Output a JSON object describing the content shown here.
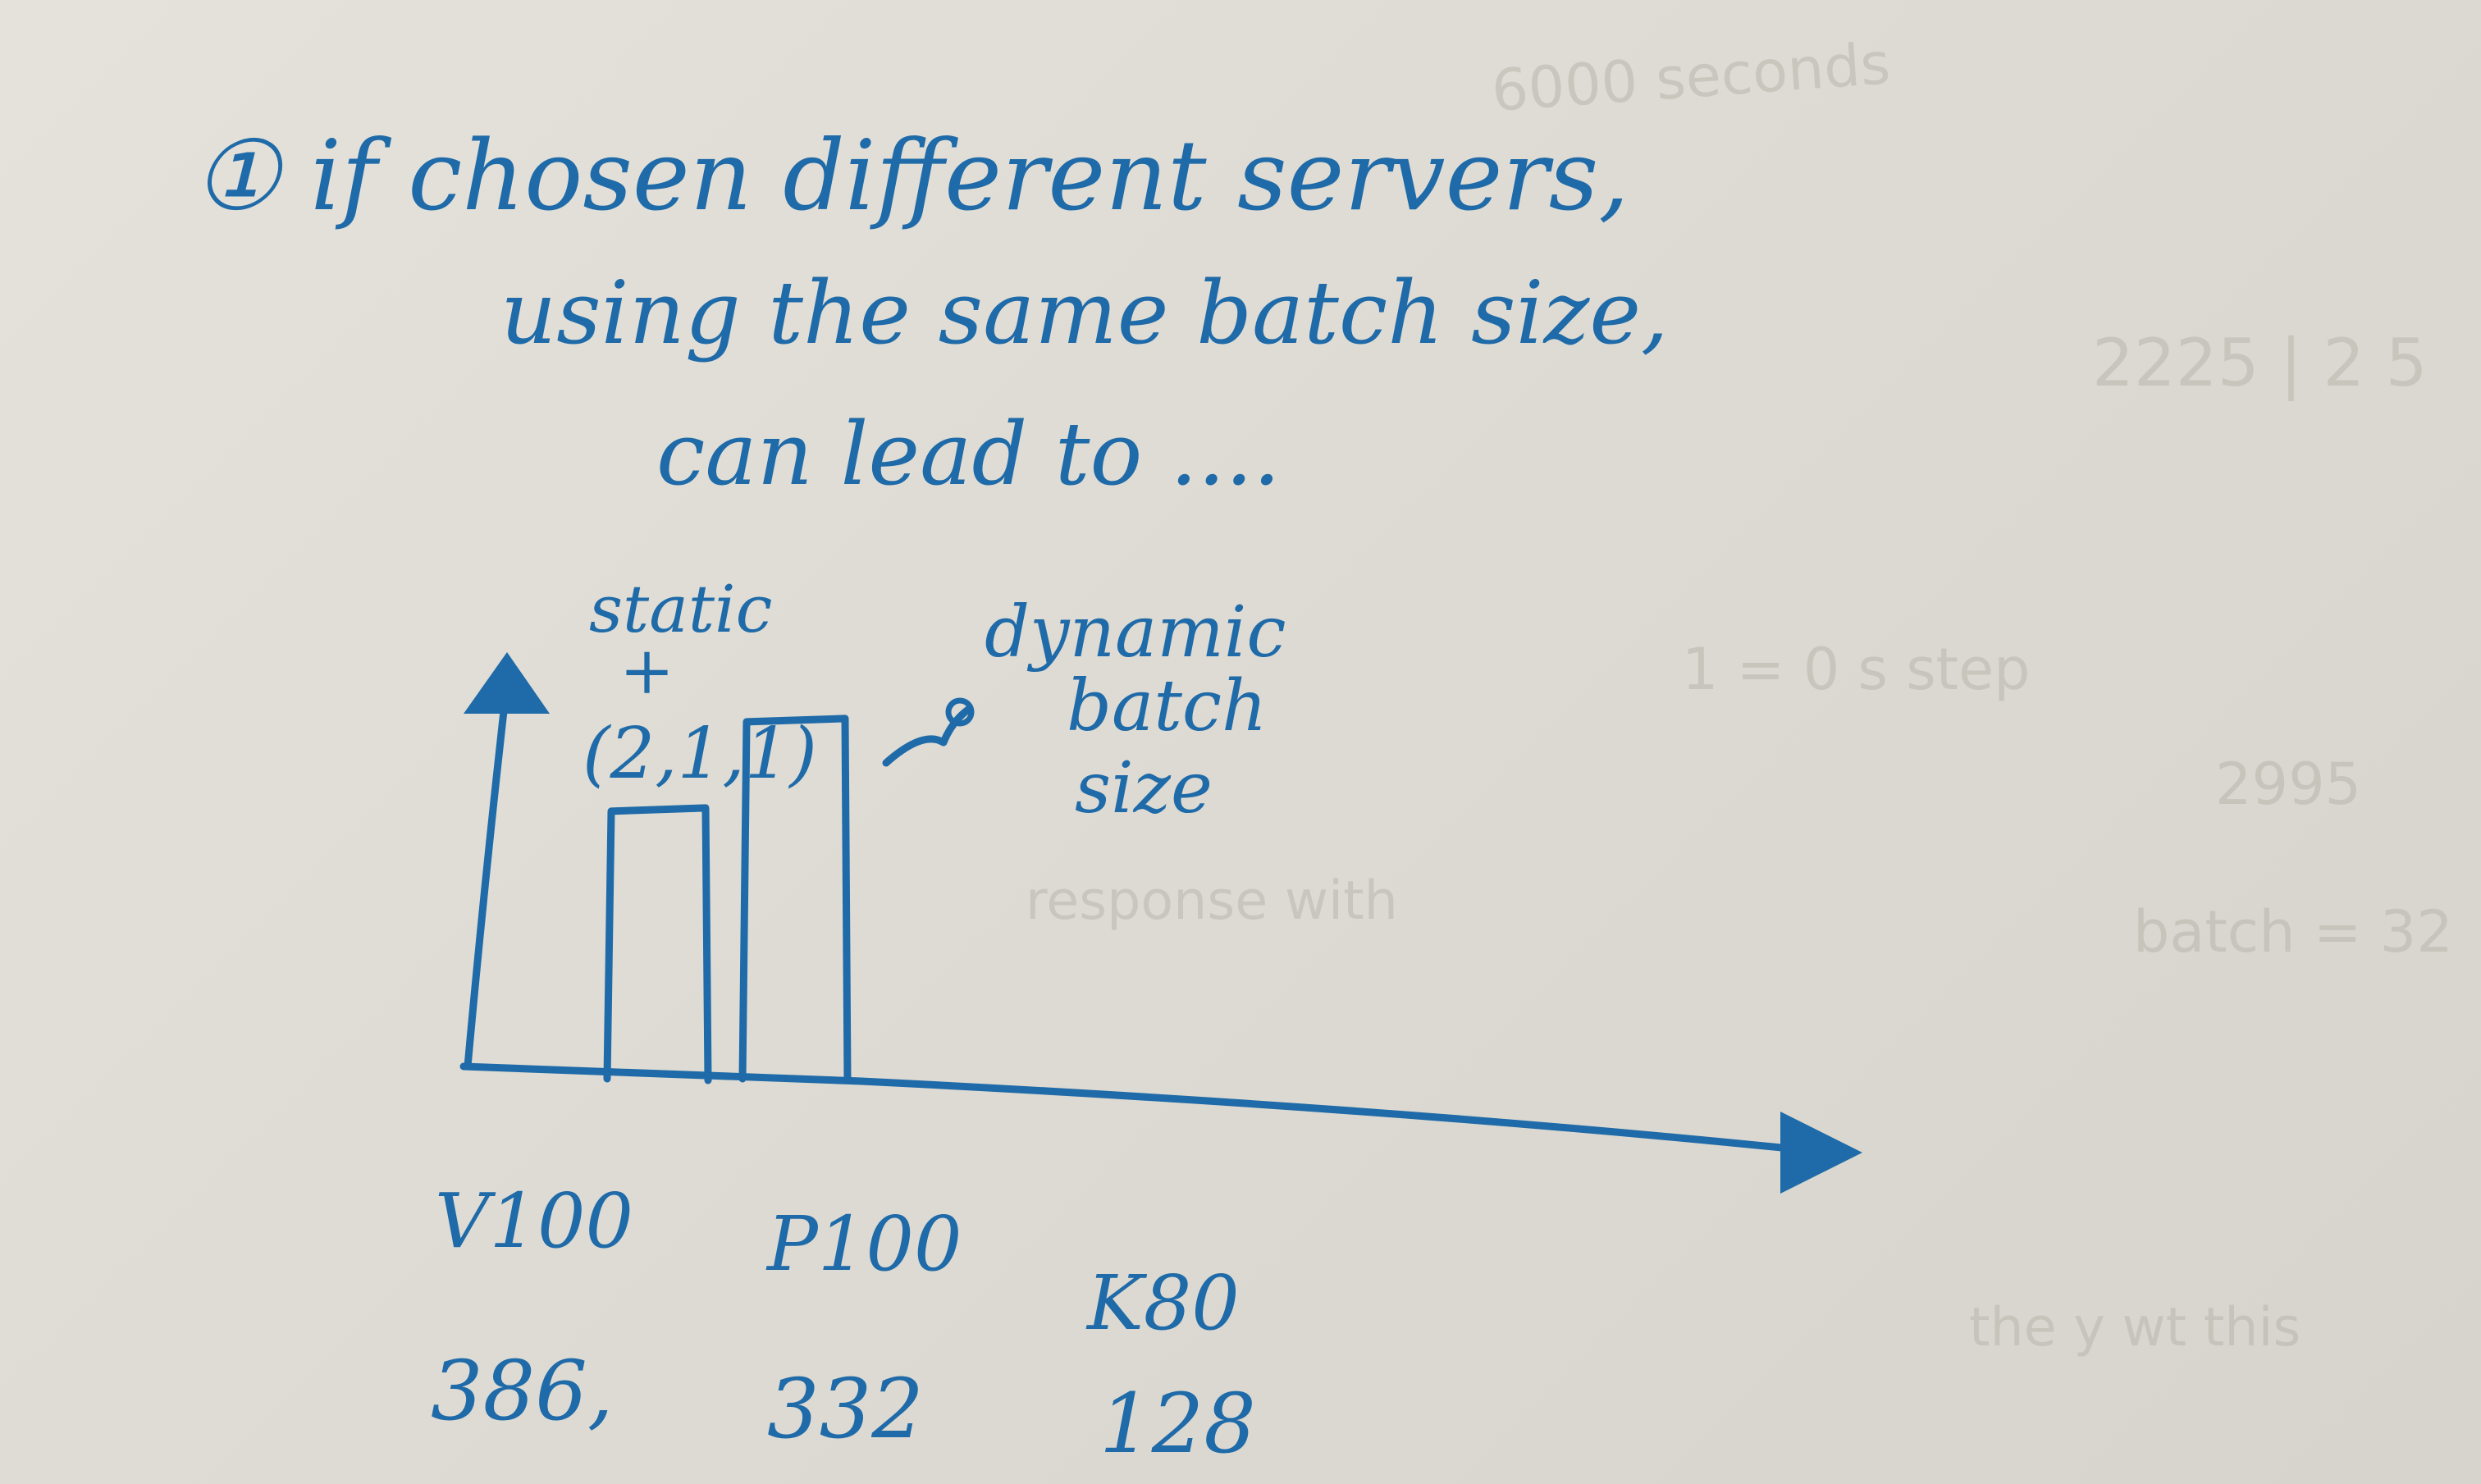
{
  "note": {
    "line1": "① if chosen different servers,",
    "line2": "using the same batch size,",
    "line3": "can lead to ...."
  },
  "diagram": {
    "label_static": "static",
    "label_plus": "+",
    "label_tuple": "(2,1,1)",
    "label_dynamic_1": "dynamic",
    "label_dynamic_2": "batch",
    "label_dynamic_3": "size"
  },
  "servers": [
    {
      "name": "V100",
      "value": "386,"
    },
    {
      "name": "P100",
      "value": "332"
    },
    {
      "name": "K80",
      "value": "128"
    }
  ],
  "chart_data": {
    "type": "bar",
    "categories": [
      "static + (2,1,1)",
      "dynamic batch size"
    ],
    "values": [
      290,
      390
    ],
    "ylim": [
      0,
      500
    ],
    "grid": false,
    "xlabel": "",
    "ylabel": "",
    "title": ""
  },
  "colors": {
    "ink": "#1f6aa8",
    "paper": "#e0ded6"
  }
}
